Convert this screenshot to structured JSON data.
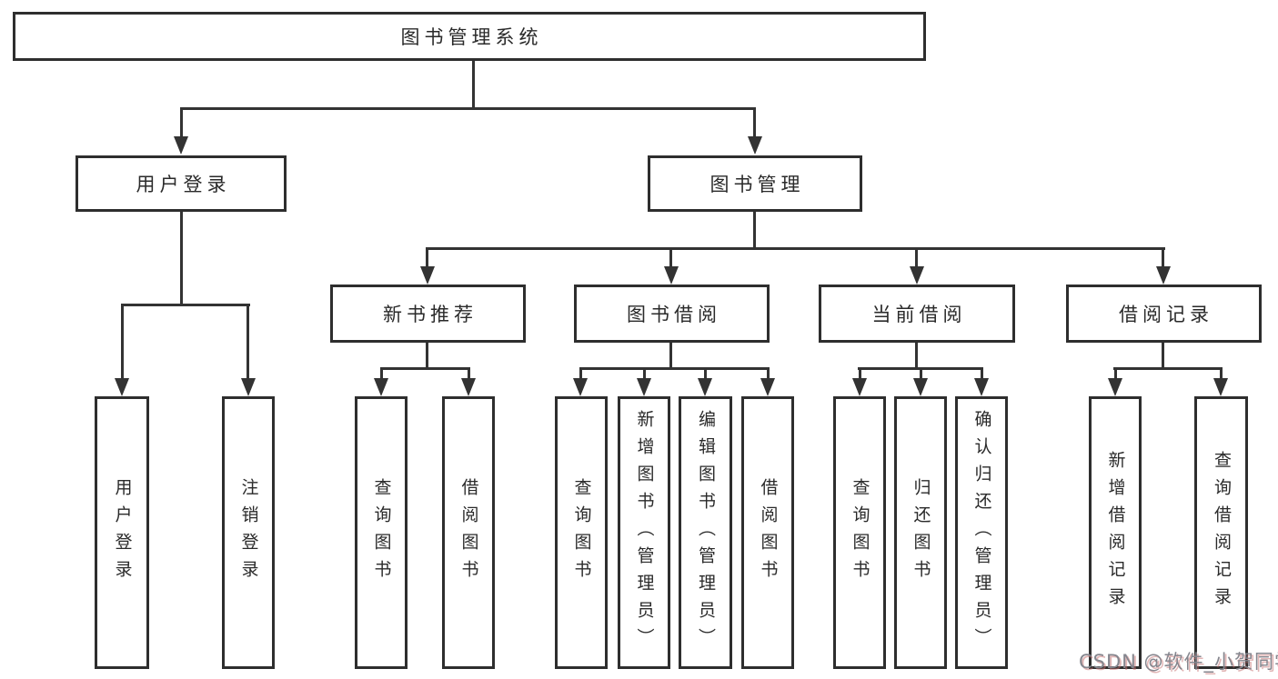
{
  "diagram_title": "图书管理系统",
  "nodes": {
    "root": "图书管理系统",
    "l2": [
      "用户登录",
      "图书管理"
    ],
    "l3": [
      "新书推荐",
      "图书借阅",
      "当前借阅",
      "借阅记录"
    ],
    "l4": [
      "用户登录",
      "注销登录",
      "查询图书",
      "借阅图书",
      "查询图书",
      "新增图书（管理员）",
      "编辑图书（管理员）",
      "借阅图书",
      "查询图书",
      "归还图书",
      "确认归还（管理员）",
      "新增借阅记录",
      "查询借阅记录"
    ]
  },
  "edges": [
    {
      "from": "图书管理系统",
      "to": [
        "用户登录",
        "图书管理"
      ]
    },
    {
      "from": "用户登录",
      "to": [
        "用户登录",
        "注销登录"
      ]
    },
    {
      "from": "图书管理",
      "to": [
        "新书推荐",
        "图书借阅",
        "当前借阅",
        "借阅记录"
      ]
    },
    {
      "from": "新书推荐",
      "to": [
        "查询图书",
        "借阅图书"
      ]
    },
    {
      "from": "图书借阅",
      "to": [
        "查询图书",
        "新增图书（管理员）",
        "编辑图书（管理员）",
        "借阅图书"
      ]
    },
    {
      "from": "当前借阅",
      "to": [
        "查询图书",
        "归还图书",
        "确认归还（管理员）"
      ]
    },
    {
      "from": "借阅记录",
      "to": [
        "新增借阅记录",
        "查询借阅记录"
      ]
    }
  ],
  "watermark": "CSDN @软件_小贺同学",
  "colors": {
    "line": "#333333",
    "box_border": "#2e2e2e",
    "text": "#2a2a2a",
    "background": "#ffffff",
    "watermark": "#85868e"
  }
}
